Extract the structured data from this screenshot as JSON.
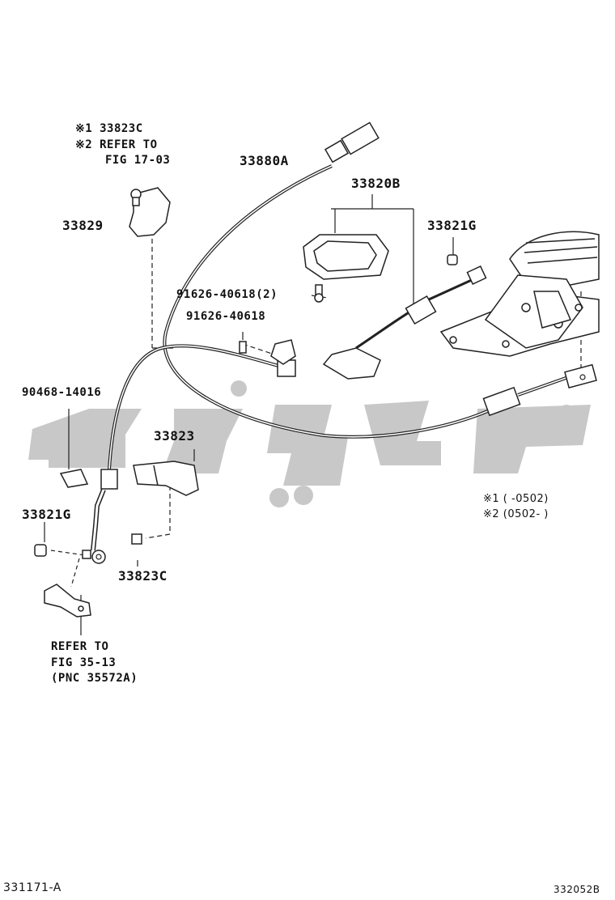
{
  "labels": {
    "note1": "※1 33823C",
    "note2": "※2 REFER TO",
    "note3": "FIG 17-03",
    "p33829": "33829",
    "p33880A": "33880A",
    "p33820B": "33820B",
    "p33821G_top": "33821G",
    "p91626_2": "91626-40618(2)",
    "p91626": "91626-40618",
    "p90468": "90468-14016",
    "p33823": "33823",
    "p33821G_left": "33821G",
    "p33823C": "33823C",
    "refer1": "REFER TO",
    "refer2": "FIG 35-13",
    "refer3": "(PNC 35572A)"
  },
  "legend": {
    "row1": "※1 (      -0502)",
    "row2": "※2 (0502-      )"
  },
  "footer": {
    "left_code": "331171-A",
    "right_code": "332052B"
  },
  "watermark": {
    "color": "#c8c8c8"
  }
}
